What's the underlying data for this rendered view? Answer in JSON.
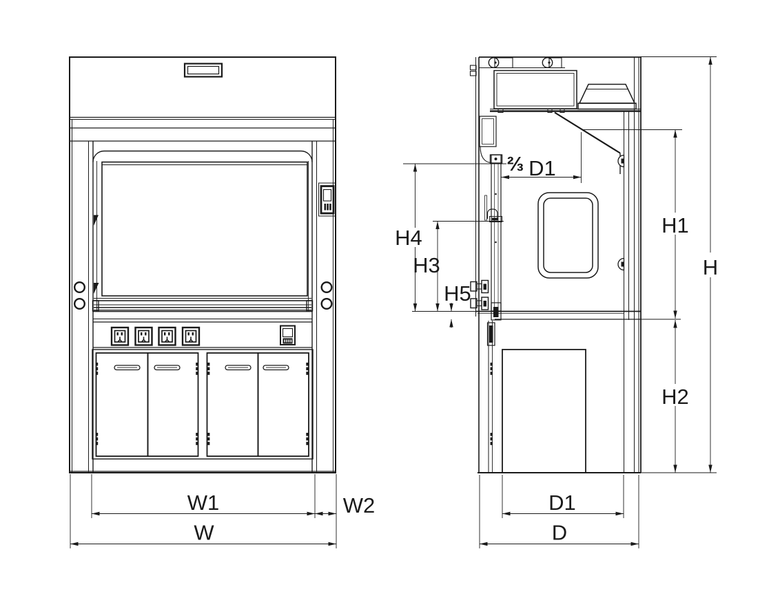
{
  "colors": {
    "line": "#1a1a1a",
    "background": "#ffffff"
  },
  "front_view": {
    "dimensions": {
      "w1": "W1",
      "w2": "W2",
      "w": "W"
    }
  },
  "side_view": {
    "dimensions": {
      "two_thirds_fraction": "⅔",
      "two_thirds_d1": "D1",
      "h4": "H4",
      "h3": "H3",
      "h5": "H5",
      "h1": "H1",
      "h2": "H2",
      "h": "H",
      "d1": "D1",
      "d": "D"
    }
  }
}
